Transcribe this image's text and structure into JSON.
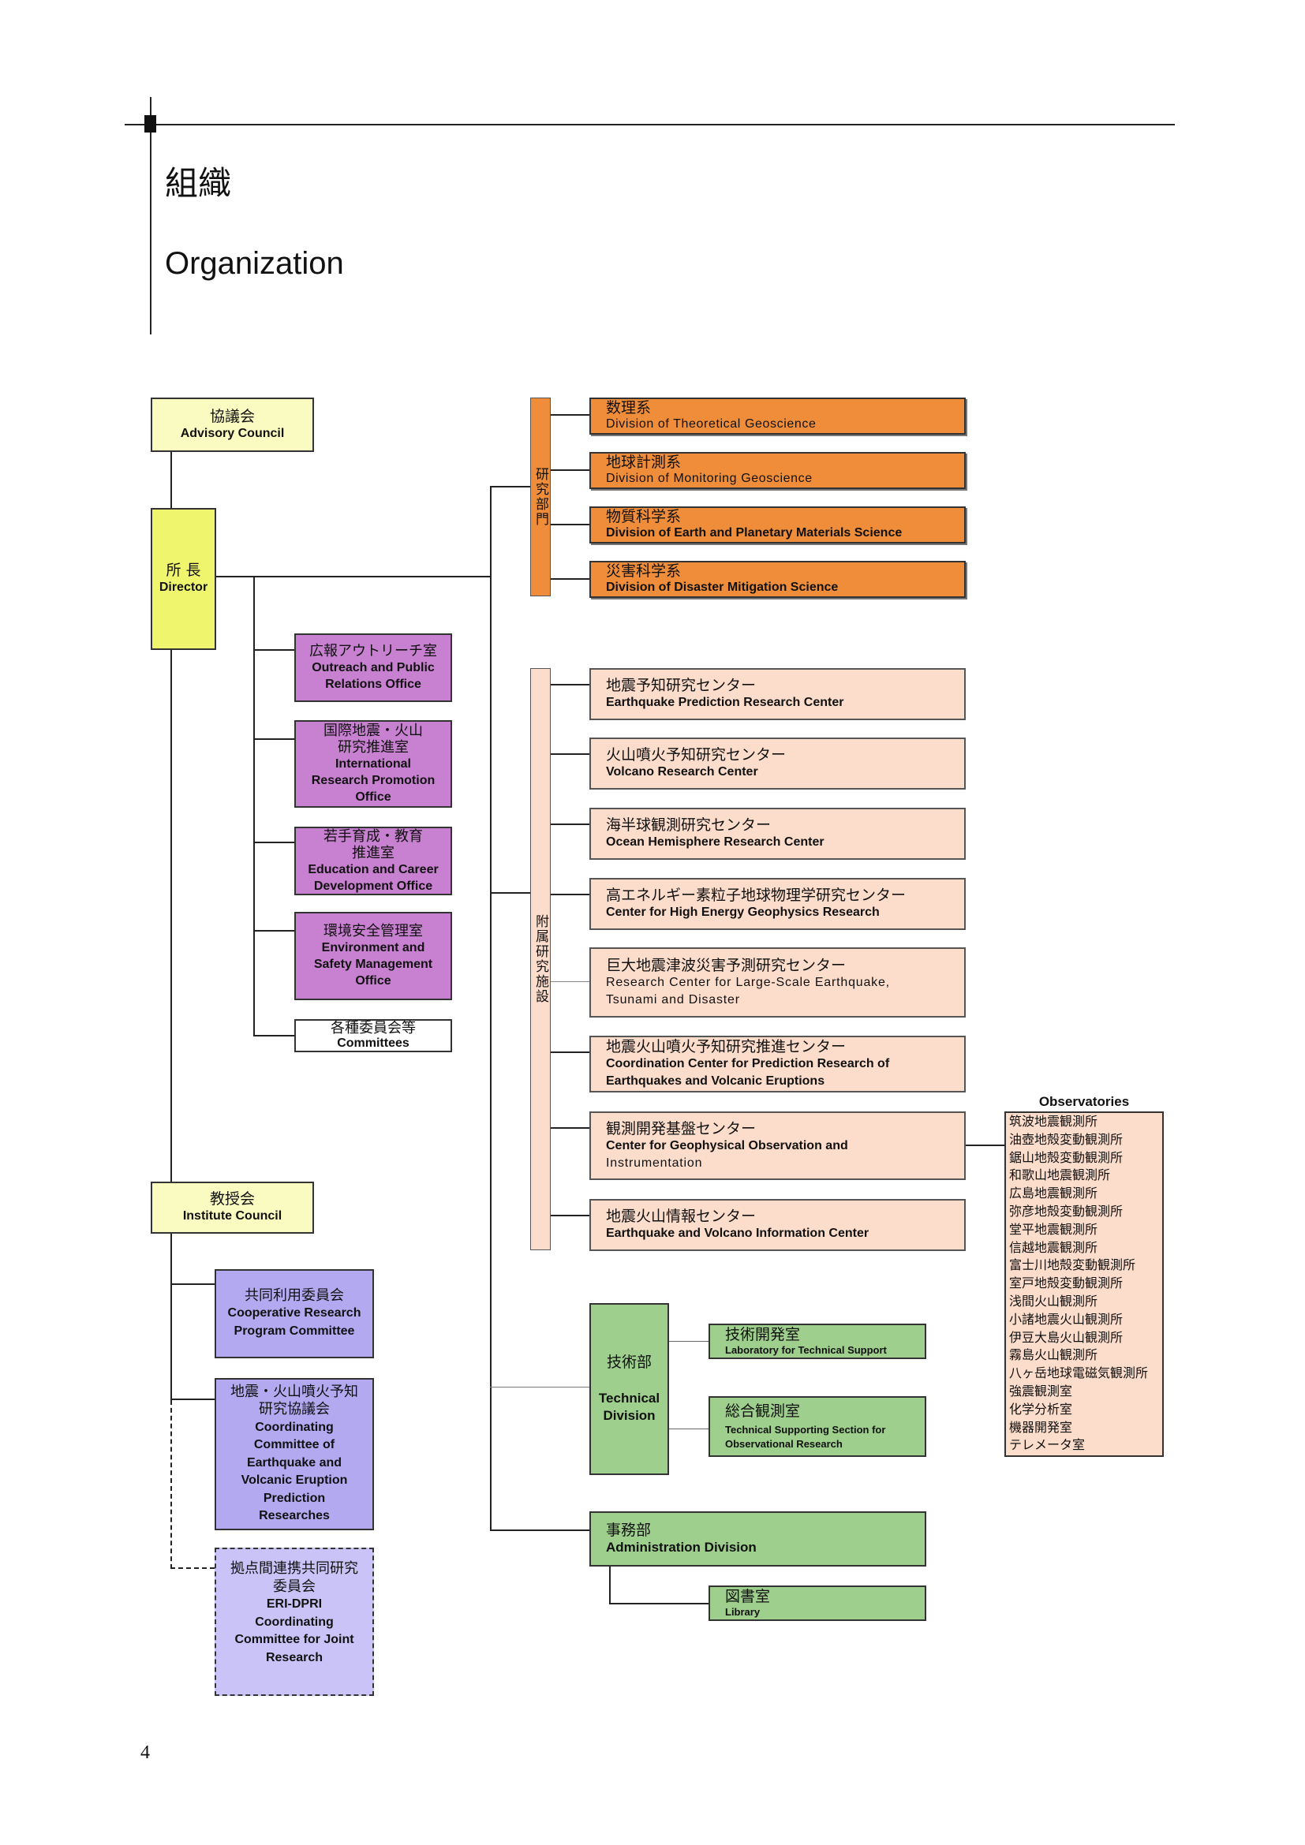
{
  "page": {
    "title_ja": "組織",
    "title_en": "Organization",
    "page_number": "4"
  },
  "governance": {
    "advisory_council": {
      "ja": "協議会",
      "en": "Advisory Council"
    },
    "director": {
      "ja": "所 長",
      "en": "Director"
    },
    "institute_council": {
      "ja": "教授会",
      "en": "Institute Council"
    }
  },
  "director_offices": [
    {
      "lines": [
        "広報アウトリーチ室",
        "Outreach and Public",
        "Relations Office"
      ]
    },
    {
      "lines": [
        "国際地震・火山",
        "研究推進室",
        "International",
        "Research Promotion",
        "Office"
      ]
    },
    {
      "lines": [
        "若手育成・教育",
        "推進室",
        "Education and Career",
        "Development Office"
      ]
    },
    {
      "lines": [
        "環境安全管理室",
        "Environment and",
        "Safety Management",
        "Office"
      ]
    },
    {
      "lines": [
        "各種委員会等",
        "Committees"
      ]
    }
  ],
  "council_committees": [
    {
      "lines": [
        "共同利用委員会",
        "Cooperative Research",
        "Program Committee"
      ]
    },
    {
      "lines": [
        "地震・火山噴火予知",
        "研究協議会",
        "Coordinating",
        "Committee of",
        "Earthquake and",
        "Volcanic Eruption",
        "Prediction",
        "Researches"
      ]
    },
    {
      "lines": [
        "拠点間連携共同研究",
        "委員会",
        "ERI-DPRI",
        "Coordinating",
        "Committee for Joint",
        "Research"
      ]
    }
  ],
  "research_divisions": {
    "label": "研究部門",
    "items": [
      {
        "ja": "数理系",
        "en": "Division of Theoretical Geoscience"
      },
      {
        "ja": "地球計測系",
        "en": "Division of Monitoring Geoscience"
      },
      {
        "ja": "物質科学系",
        "en": "Division of Earth and Planetary Materials Science"
      },
      {
        "ja": "災害科学系",
        "en": "Division of Disaster Mitigation Science"
      }
    ]
  },
  "research_facilities": {
    "label": "附属研究施設",
    "items": [
      {
        "lines": [
          "地震予知研究センター",
          "Earthquake Prediction Research Center"
        ]
      },
      {
        "lines": [
          "火山噴火予知研究センター",
          "Volcano Research Center"
        ]
      },
      {
        "lines": [
          "海半球観測研究センター",
          "Ocean Hemisphere Research Center"
        ]
      },
      {
        "lines": [
          "高エネルギー素粒子地球物理学研究センター",
          "Center for High Energy Geophysics Research"
        ]
      },
      {
        "lines": [
          "巨大地震津波災害予測研究センター",
          "Research Center for Large-Scale Earthquake,",
          "Tsunami and Disaster"
        ]
      },
      {
        "lines": [
          "地震火山噴火予知研究推進センター",
          "Coordination Center for Prediction Research of",
          "Earthquakes and Volcanic Eruptions"
        ]
      },
      {
        "lines": [
          "観測開発基盤センター",
          "Center for Geophysical Observation and",
          "Instrumentation"
        ]
      },
      {
        "lines": [
          "地震火山情報センター",
          "Earthquake and Volcano Information Center"
        ]
      }
    ]
  },
  "observatories": {
    "heading": "Observatories",
    "items": [
      "筑波地震観測所",
      "油壺地殻変動観測所",
      "鋸山地殻変動観測所",
      "和歌山地震観測所",
      "広島地震観測所",
      "弥彦地殻変動観測所",
      "堂平地震観測所",
      "信越地震観測所",
      "富士川地殻変動観測所",
      "室戸地殻変動観測所",
      "浅間火山観測所",
      "小諸地震火山観測所",
      "伊豆大島火山観測所",
      "霧島火山観測所",
      "八ヶ岳地球電磁気観測所",
      "強震観測室",
      "化学分析室",
      "機器開発室",
      "テレメータ室"
    ]
  },
  "technical_division": {
    "ja": "技術部",
    "en": [
      "Technical",
      "Division"
    ],
    "units": [
      {
        "ja": "技術開発室",
        "en": [
          "Laboratory for Technical Support"
        ]
      },
      {
        "ja": "総合観測室",
        "en": [
          "Technical Supporting Section for",
          "Observational Research"
        ]
      }
    ]
  },
  "administration_division": {
    "ja": "事務部",
    "en": "Administration Division",
    "units": [
      {
        "ja": "図書室",
        "en": "Library"
      }
    ]
  },
  "colors": {
    "governance_yellow": "#fafbc0",
    "director_yellow": "#eff56c",
    "office_purple": "#c880d1",
    "committee_lavender": "#b3a9f1",
    "committee_lavender_light": "#cac3f7",
    "division_orange": "#ef8d3b",
    "facility_peach": "#fcdccb",
    "support_green": "#9ecf8c"
  }
}
